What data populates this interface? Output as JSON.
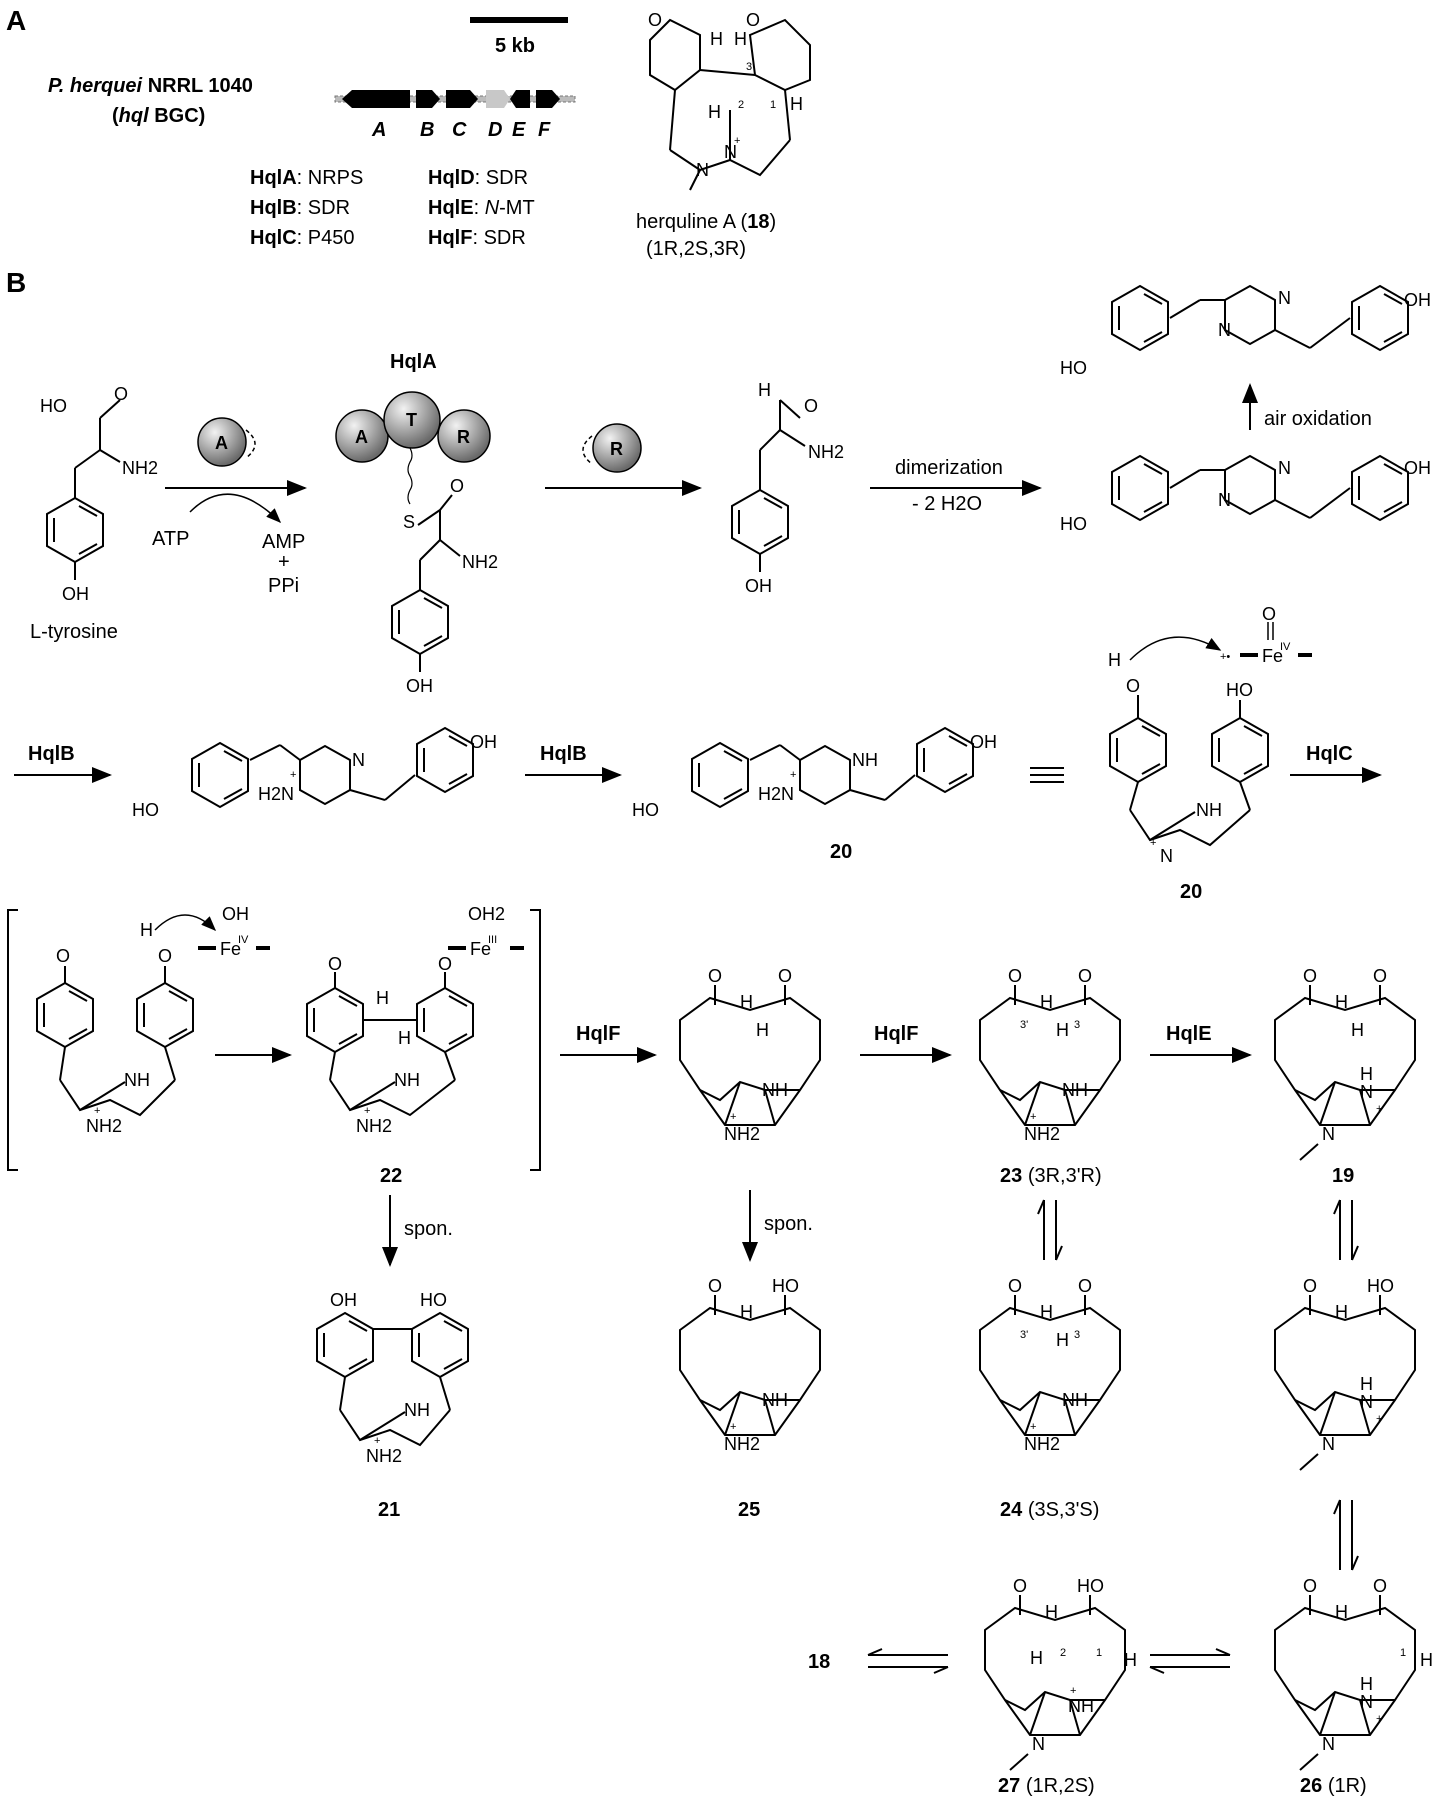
{
  "panels": {
    "a": "A",
    "b": "B"
  },
  "cluster": {
    "organism": "P. herquei",
    "strain": "NRRL 1040",
    "bgc_open": "(",
    "bgc_name": "hql",
    "bgc_close": " BGC)",
    "scale_label": "5 kb",
    "genes": [
      "A",
      "B",
      "C",
      "D",
      "E",
      "F"
    ]
  },
  "legend": [
    {
      "name": "HqlA",
      "sep": ": ",
      "func": "NRPS"
    },
    {
      "name": "HqlB",
      "sep": ": ",
      "func": "SDR"
    },
    {
      "name": "HqlC",
      "sep": ": ",
      "func": "P450"
    },
    {
      "name": "HqlD",
      "sep": ": ",
      "func": "SDR"
    },
    {
      "name": "HqlE",
      "sep": ": ",
      "func_italic": "N",
      "func": "-MT"
    },
    {
      "name": "HqlF",
      "sep": ": ",
      "func": "SDR"
    }
  ],
  "herquline": {
    "name": "herquline A (",
    "number": "18",
    "close": ")",
    "stereo": "(1R,2S,3R)"
  },
  "domains": {
    "a": "A",
    "t": "T",
    "r": "R",
    "enzyme": "HqlA"
  },
  "reagents": {
    "atp": "ATP",
    "amp": "AMP",
    "plus": "+",
    "ppi": "PPi",
    "dimerization": "dimerization",
    "minus_water": "- 2 H2O",
    "air_oxidation": "air oxidation",
    "spon": "spon."
  },
  "compounds": {
    "tyrosine": "L-tyrosine",
    "c18": "18",
    "c19": "19",
    "c20": "20",
    "c21": "21",
    "c22": "22",
    "c23": "23",
    "c23_stereo": "(3R,3'R)",
    "c24": "24",
    "c24_stereo": "(3S,3'S)",
    "c25": "25",
    "c26": "26",
    "c26_stereo": "(1R)",
    "c27": "27",
    "c27_stereo": "(1R,2S)"
  },
  "enzymes": {
    "hqlb": "HqlB",
    "hqlc": "HqlC",
    "hqle": "HqlE",
    "hqlf": "HqlF"
  },
  "atoms": {
    "oh": "OH",
    "ho": "HO",
    "o": "O",
    "n": "N",
    "nh": "NH",
    "nh2": "NH2",
    "h2n": "H2N",
    "h": "H",
    "s": "S",
    "fe": "Fe",
    "fe4": "IV",
    "fe3": "III",
    "oh2": "OH2",
    "plus": "+",
    "radical_cation": "+•",
    "loc1": "1",
    "loc2": "2",
    "loc3": "3",
    "loc3p": "3'"
  },
  "colors": {
    "gene": "#000000",
    "gene_d": "#c8c8c8",
    "sphere_light": "#f2f2f2",
    "sphere_dark": "#6a6a6a"
  }
}
